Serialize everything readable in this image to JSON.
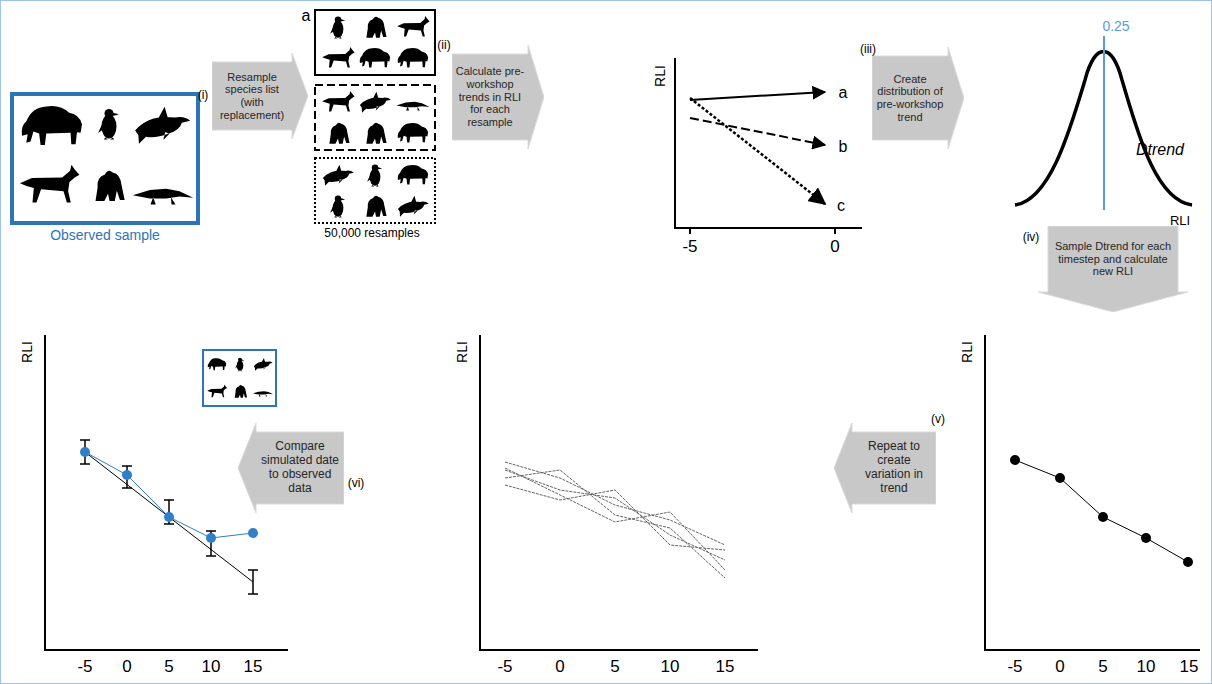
{
  "diagram": {
    "nodes": [
      {
        "text": [
          "Observed sample"
        ]
      },
      {
        "text": [
          "Resample species list (with replacement)"
        ]
      },
      {
        "text": [
          "Calculate pre-workshop trends in RLI for each resample"
        ]
      },
      {
        "text": [
          "Create distribution of pre-workshop trend"
        ]
      },
      {
        "text": [
          "Sample Dtrend for each timestep and calculate new RLI"
        ]
      },
      {
        "text": [
          "Repeat to create variation in trend"
        ]
      },
      {
        "text": [
          "Compare simulated date to observed data"
        ]
      }
    ],
    "labels": [
      "(i)",
      "a",
      "50,000 resamples",
      "(ii)",
      "RLI",
      "a",
      "b",
      "c",
      "-5",
      "0",
      "(iii)",
      "0.25",
      "Dtrend",
      "RLI",
      "(iv)",
      "RLI",
      "-5",
      "0",
      "5",
      "10",
      "15",
      "(v)",
      "RLI",
      "-5",
      "0",
      "5",
      "10",
      "15",
      "(vi)",
      "RLI",
      "-5",
      "0",
      "5",
      "10",
      "15"
    ]
  }
}
